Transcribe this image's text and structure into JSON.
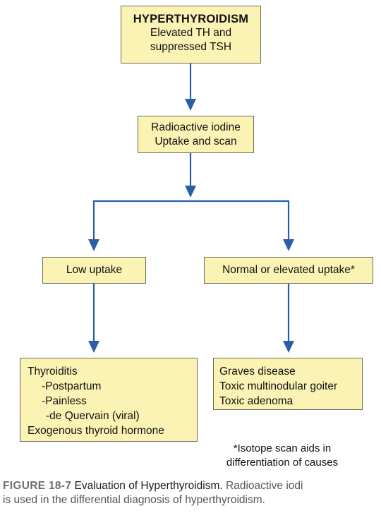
{
  "box_top": {
    "title": "HYPERTHYROIDISM",
    "line1": "Elevated TH and",
    "line2": "suppressed TSH"
  },
  "box_iodine": {
    "line1": "Radioactive iodine",
    "line2": "Uptake and scan"
  },
  "box_low": {
    "label": "Low uptake"
  },
  "box_high": {
    "label": "Normal or elevated uptake*"
  },
  "box_low_causes": {
    "items": [
      "Thyroiditis",
      "-Postpartum",
      "-Painless",
      "-de Quervain (viral)",
      "Exogenous thyroid hormone"
    ]
  },
  "box_high_causes": {
    "items": [
      "Graves disease",
      "Toxic multinodular goiter",
      "Toxic adenoma"
    ]
  },
  "footnote": {
    "line1": "*Isotope scan aids in",
    "line2": "differentiation of causes"
  },
  "caption": {
    "label": "FIGURE 18-7",
    "title": "Evaluation of Hyperthyroidism.",
    "desc_line1": "Radioactive iodi",
    "desc_line2": "is used in the differential diagnosis of hyperthyroidism."
  },
  "colors": {
    "box_fill": "#fbf3b4",
    "arrow": "#2a5fa6",
    "caption_label": "#6f6f6f"
  }
}
